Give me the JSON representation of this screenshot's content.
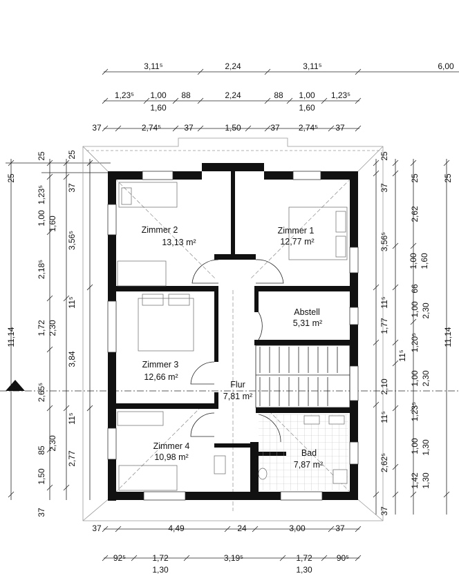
{
  "dimensions": {
    "top_row1": [
      "3,11⁵",
      "2,24",
      "3,11⁵",
      "6,00"
    ],
    "top_row2": [
      "1,23⁵",
      "1,00",
      "1,60",
      "88",
      "2,24",
      "88",
      "1,00",
      "1,60",
      "1,23⁵"
    ],
    "top_row3": [
      "37",
      "2,74⁵",
      "37",
      "1,50",
      "37",
      "2,74⁵",
      "37"
    ],
    "left_outer": [
      "25",
      "11,14"
    ],
    "left_col1": [
      "25",
      "1,00",
      "1,23⁵",
      "2,18⁵",
      "2,65⁵",
      "1,50",
      "37"
    ],
    "left_col2": [
      "37",
      "1,60",
      "1,72",
      "2,30",
      "85",
      "2,30"
    ],
    "left_col3": [
      "25",
      "3,56⁵",
      "11⁵",
      "3,84",
      "11⁵",
      "2,77"
    ],
    "right_col1": [
      "25",
      "37",
      "3,56⁵",
      "1,77",
      "11⁵",
      "2,10",
      "11⁵",
      "2,62⁵",
      "37"
    ],
    "right_col2": [
      "25",
      "2,62",
      "1,00",
      "1,60",
      "66",
      "1,00",
      "11⁵",
      "1,20⁵",
      "1,00",
      "1,23⁵",
      "1,00",
      "1,30",
      "1,42"
    ],
    "right_col3": [
      "25",
      "2,30",
      "2,30",
      "1,30",
      "11,14"
    ],
    "bottom_row1": [
      "37",
      "4,49",
      "24",
      "3,00",
      "37"
    ],
    "bottom_row2": [
      "92⁵",
      "1,72",
      "1,30",
      "3,19⁵",
      "1,72",
      "1,30",
      "90⁵"
    ]
  },
  "rooms": [
    {
      "name": "Zimmer 2",
      "area": "13,13 m²"
    },
    {
      "name": "Zimmer 1",
      "area": "12,77 m²"
    },
    {
      "name": "Abstell",
      "area": "5,31 m²"
    },
    {
      "name": "Zimmer 3",
      "area": "12,66 m²"
    },
    {
      "name": "Flur",
      "area": "7,81 m²"
    },
    {
      "name": "Zimmer 4",
      "area": "10,98 m²"
    },
    {
      "name": "Bad",
      "area": "7,87 m²"
    }
  ]
}
